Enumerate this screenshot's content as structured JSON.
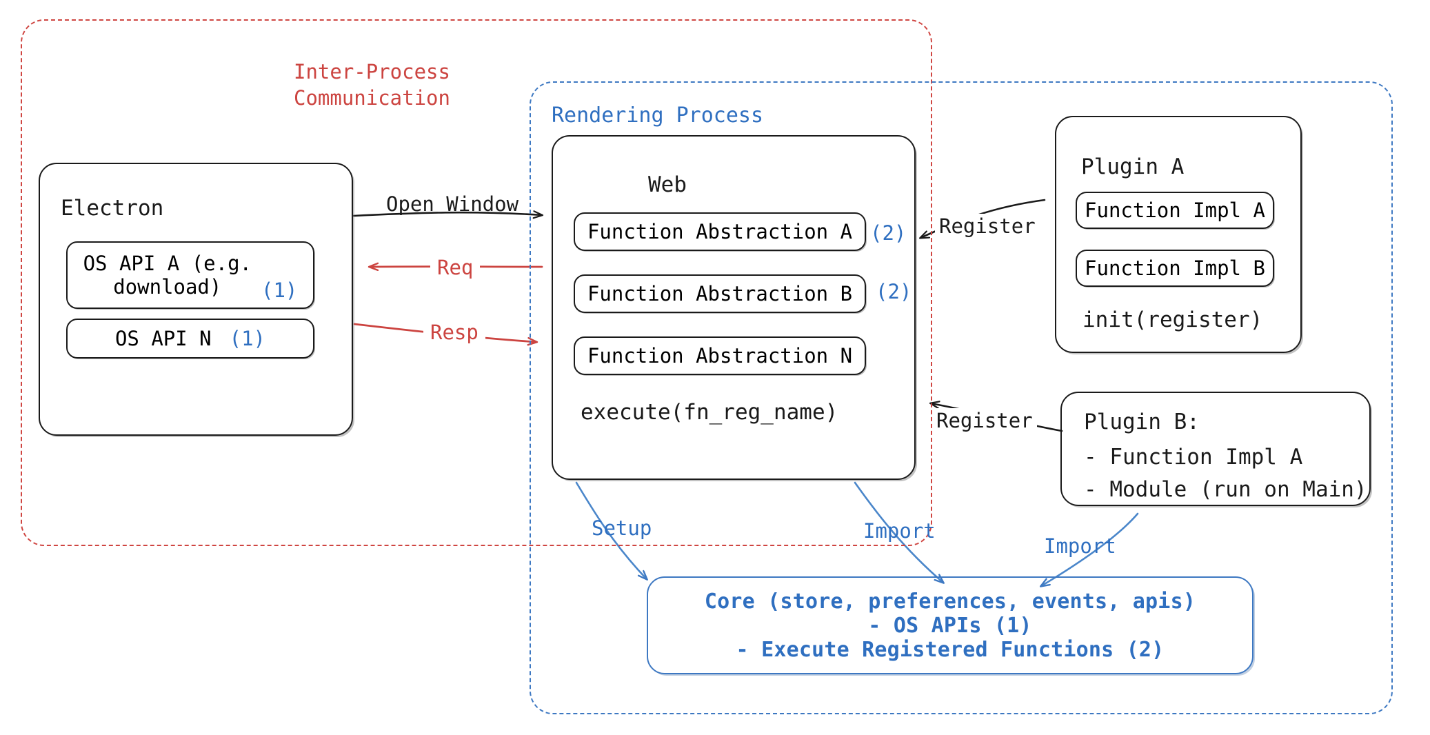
{
  "diagram": {
    "title": "Electron Plugin Architecture",
    "colors": {
      "ipc_red": "#cf4541",
      "process_blue": "#3d78c2",
      "core_blue": "#2f6fc0",
      "ink": "#1a1a1a"
    }
  },
  "ipc_region": {
    "label_line1": "Inter-Process",
    "label_line2": "Communication"
  },
  "rendering_region": {
    "label": "Rendering Process"
  },
  "electron": {
    "title": "Electron",
    "apis": [
      {
        "label": "OS API A (e.g.\ndownload)",
        "marker": "(1)"
      },
      {
        "label": "OS API N",
        "marker": "(1)"
      }
    ]
  },
  "web": {
    "title": "Web",
    "abstractions": [
      {
        "label": "Function Abstraction A",
        "marker": "(2)"
      },
      {
        "label": "Function Abstraction B",
        "marker": "(2)"
      },
      {
        "label": "Function Abstraction N",
        "marker": ""
      }
    ],
    "execute": "execute(fn_reg_name)"
  },
  "plugin_a": {
    "title": "Plugin A",
    "impls": [
      "Function Impl A",
      "Function Impl B"
    ],
    "init": "init(register)"
  },
  "plugin_b": {
    "title": "Plugin B:",
    "items": [
      "- Function Impl A",
      "- Module (run on Main)"
    ]
  },
  "core": {
    "line1": "Core (store, preferences, events, apis)",
    "line2": "- OS APIs (1)",
    "line3": "- Execute Registered Functions (2)"
  },
  "arrows": {
    "open_window": "Open Window",
    "req": "Req",
    "resp": "Resp",
    "register_a": "Register",
    "register_b": "Register",
    "setup": "Setup",
    "import_web": "Import",
    "import_plugin": "Import"
  }
}
